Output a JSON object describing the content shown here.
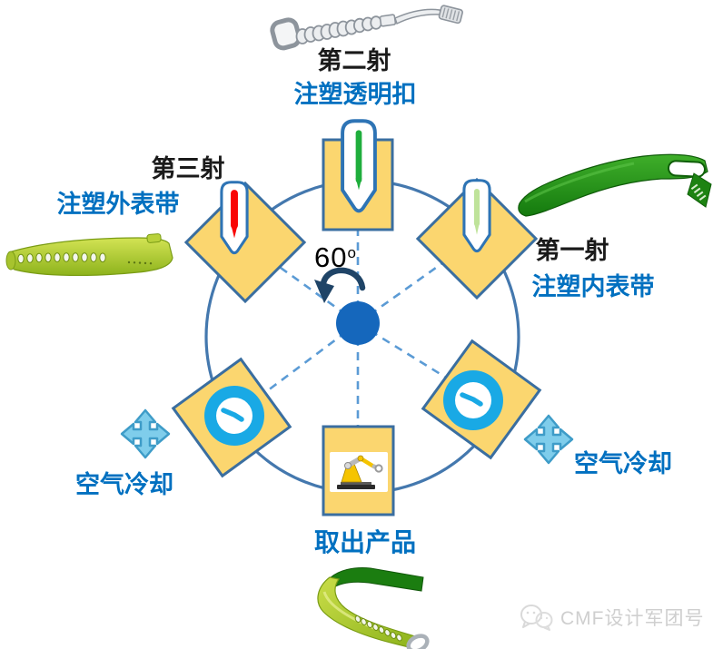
{
  "diagram": {
    "rotation_angle": "60",
    "rotation_angle_sup": "o",
    "stations": {
      "first_shot": {
        "step": "第一射",
        "action": "注塑内表带"
      },
      "second_shot": {
        "step": "第二射",
        "action": "注塑透明扣"
      },
      "third_shot": {
        "step": "第三射",
        "action": "注塑外表带"
      },
      "cooling_left": {
        "action": "空气冷却"
      },
      "cooling_right": {
        "action": "空气冷却"
      },
      "eject": {
        "action": "取出产品"
      }
    }
  },
  "watermark": {
    "text": "CMF设计军团号"
  },
  "icons": {
    "hub": "rotary-pivot-dot",
    "rotation_arrow": "curved-rotation-arrow-icon",
    "injector_green": "injection-nozzle-icon",
    "injector_red": "injection-nozzle-icon",
    "injector_pale": "injection-nozzle-icon",
    "timer": "clock-timer-icon",
    "robot": "robot-arm-icon",
    "cooling": "four-way-air-flow-icon",
    "watermark_icon": "wechat-bubbles-icon",
    "product_top": "transparent-buckle-render",
    "product_right": "green-inner-band-render",
    "product_left": "lime-outer-band-render",
    "product_bottom": "finished-band-render"
  },
  "colors": {
    "station_fill": "#FBD66F",
    "station_border": "#3A6EA0",
    "circle_stroke": "#4478AE",
    "dash": "#5B9BD5",
    "hub": "#1567BC",
    "arrow": "#1F4467",
    "text_blue": "#0070C0",
    "text_black": "#1A1A1A",
    "clock_blue": "#19A9E5",
    "cool_fill": "#7FCDEB",
    "cool_stroke": "#3E9CC8",
    "syringe_stroke": "#2E74B5",
    "syringe_red": "#F90606",
    "syringe_green": "#1FAE3C",
    "syringe_pale": "#BFE39A",
    "watermark": "#CFCFCF"
  }
}
